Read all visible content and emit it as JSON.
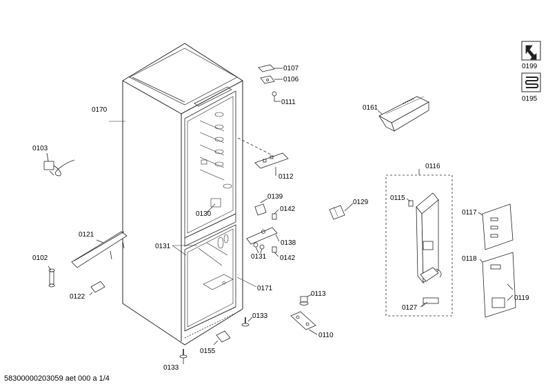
{
  "document": {
    "footer_id": "58300000203059 aet 000 a 1/4"
  },
  "side_icons": [
    {
      "name": "wrench-icon",
      "code": "0199"
    },
    {
      "name": "coil-icon",
      "code": "0195"
    }
  ],
  "parts": {
    "p0107": "0107",
    "p0106": "0106",
    "p0111": "0111",
    "p0170": "0170",
    "p0161": "0161",
    "p0103": "0103",
    "p0112": "0112",
    "p0116": "0116",
    "p0139": "0139",
    "p0142a": "0142",
    "p0129": "0129",
    "p0115": "0115",
    "p0117": "0117",
    "p0130": "0130",
    "p0121": "0121",
    "p0131a": "0131",
    "p0138": "0138",
    "p0131b": "0131",
    "p0142b": "0142",
    "p0102": "0102",
    "p0118": "0118",
    "p0171": "0171",
    "p0122": "0122",
    "p0113": "0113",
    "p0119": "0119",
    "p0127": "0127",
    "p0133a": "0133",
    "p0110": "0110",
    "p0155": "0155",
    "p0133b": "0133"
  }
}
